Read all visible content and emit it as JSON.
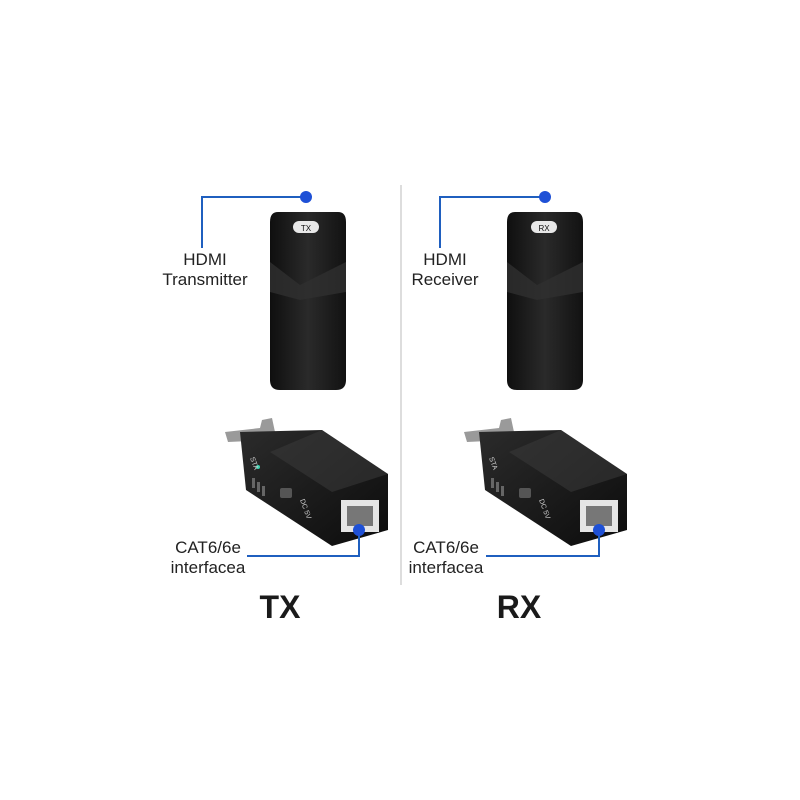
{
  "tx": {
    "chip": "TX",
    "hdmi_line1": "HDMI",
    "hdmi_line2": "Transmitter",
    "sta": "STA",
    "dc": "DC 5V",
    "cat_line1": "CAT6/6e",
    "cat_line2": "interfacea",
    "big": "TX"
  },
  "rx": {
    "chip": "RX",
    "hdmi_line1": "HDMI",
    "hdmi_line2": "Receiver",
    "sta": "STA",
    "dc": "DC 5V",
    "cat_line1": "CAT6/6e",
    "cat_line2": "interfacea",
    "big": "RX"
  },
  "colors": {
    "callout": "#1f5fbf",
    "dot": "#1e50d6",
    "device": "#1c1c1c",
    "divider": "#bbbbbb"
  }
}
